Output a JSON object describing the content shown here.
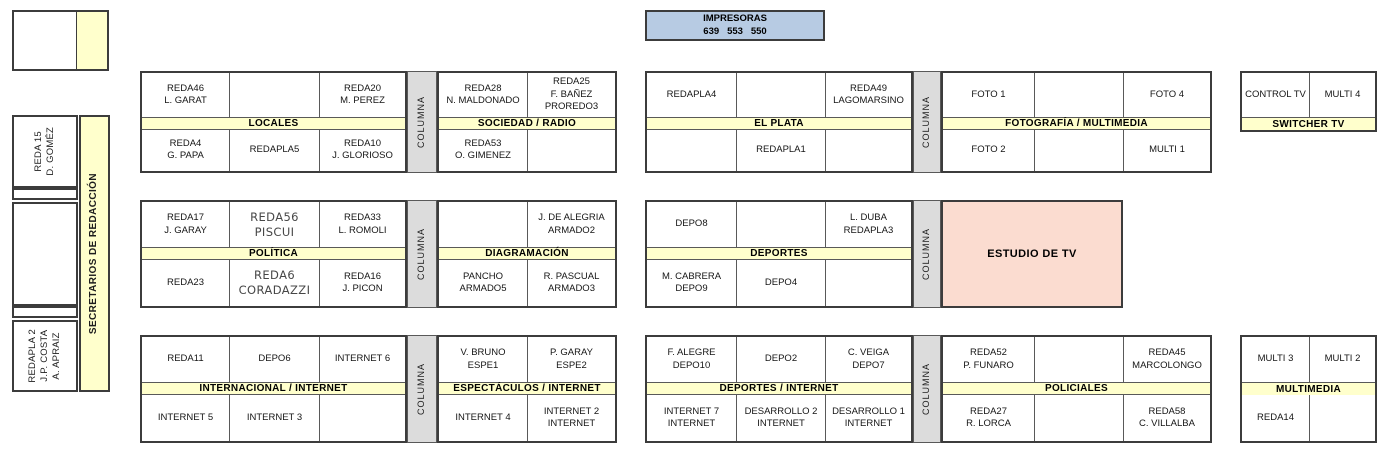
{
  "colors": {
    "band_yellow": "#ffffcc",
    "columna_gray": "#dcdcdc",
    "studio_pink": "#fbdcd0",
    "printer_blue": "#b7cbe3"
  },
  "printer": {
    "label": "IMPRESORAS\n639   553   550"
  },
  "columna": {
    "label": "COLUMNA"
  },
  "studio": {
    "label": "ESTUDIO DE TV"
  },
  "left_column": {
    "secretaries": "SECRETARIOS DE REDACCIÓN",
    "desk_reda15": "REDA 15\nD. GOMÉZ",
    "desk_redapla2": "REDAPLA 2\nJ.P. COSTA\nA. APRAIZ"
  },
  "blocks": {
    "locales": {
      "band": "LOCALES",
      "top": [
        "REDA46\nL. GARAT",
        "",
        "REDA20\nM. PEREZ"
      ],
      "bottom": [
        "REDA4\nG. PAPA",
        "REDAPLA5",
        "REDA10\nJ. GLORIOSO"
      ]
    },
    "sociedad_radio": {
      "band": "SOCIEDAD / RADIO",
      "top": [
        "REDA28\nN. MALDONADO",
        "REDA25\nF. BAÑEZ\nPROREDO3"
      ],
      "bottom": [
        "REDA53\nO. GIMENEZ",
        ""
      ]
    },
    "el_plata": {
      "band": "EL PLATA",
      "top": [
        "REDAPLA4",
        "",
        "REDA49\nLAGOMARSINO"
      ],
      "bottom": [
        "",
        "REDAPLA1",
        ""
      ]
    },
    "fotografia_multimedia": {
      "band": "FOTOGRAFÍA / MULTIMEDIA",
      "top": [
        "FOTO 1",
        "",
        "FOTO 4"
      ],
      "bottom": [
        "FOTO 2",
        "",
        "MULTI 1"
      ]
    },
    "switcher_tv": {
      "band": "SWITCHER TV",
      "top": [
        "CONTROL TV",
        "MULTI 4"
      ]
    },
    "politica": {
      "band": "POLÍTICA",
      "top": [
        "REDA17\nJ. GARAY",
        "REDA56\nPISCUI",
        "REDA33\nL. ROMOLI"
      ],
      "bottom": [
        "REDA23",
        "REDA6\nCORADAZZI",
        "REDA16\nJ. PICON"
      ]
    },
    "diagramacion": {
      "band": "DIAGRAMACIÓN",
      "top": [
        "",
        "J. DE ALEGRIA\nARMADO2"
      ],
      "bottom": [
        "PANCHO\nARMADO5",
        "R. PASCUAL\nARMADO3"
      ]
    },
    "deportes": {
      "band": "DEPORTES",
      "top": [
        "DEPO8",
        "",
        "L. DUBA\nREDAPLA3"
      ],
      "bottom": [
        "M. CABRERA\nDEPO9",
        "DEPO4",
        ""
      ]
    },
    "internacional_internet": {
      "band": "INTERNACIONAL / INTERNET",
      "top": [
        "REDA11",
        "DEPO6",
        "INTERNET 6"
      ],
      "bottom": [
        "INTERNET 5",
        "INTERNET 3",
        ""
      ]
    },
    "espectaculos_internet": {
      "band": "ESPECTÁCULOS / INTERNET",
      "top": [
        "V. BRUNO\nESPE1",
        "P. GARAY\nESPE2"
      ],
      "bottom": [
        "INTERNET 4",
        "INTERNET 2\nINTERNET"
      ]
    },
    "deportes_internet": {
      "band": "DEPORTES / INTERNET",
      "top": [
        "F. ALEGRE\nDEPO10",
        "DEPO2",
        "C. VEIGA\nDEPO7"
      ],
      "bottom": [
        "INTERNET 7\nINTERNET",
        "DESARROLLO 2\nINTERNET",
        "DESARROLLO 1\nINTERNET"
      ]
    },
    "policiales": {
      "band": "POLICIALES",
      "top": [
        "REDA52\nP. FUNARO",
        "",
        "REDA45\nMARCOLONGO"
      ],
      "bottom": [
        "REDA27\nR. LORCA",
        "",
        "REDA58\nC. VILLALBA"
      ]
    },
    "multimedia": {
      "band": "MULTIMEDIA",
      "top": [
        "MULTI 3",
        "MULTI 2"
      ],
      "bottom": [
        "REDA14",
        ""
      ]
    }
  }
}
